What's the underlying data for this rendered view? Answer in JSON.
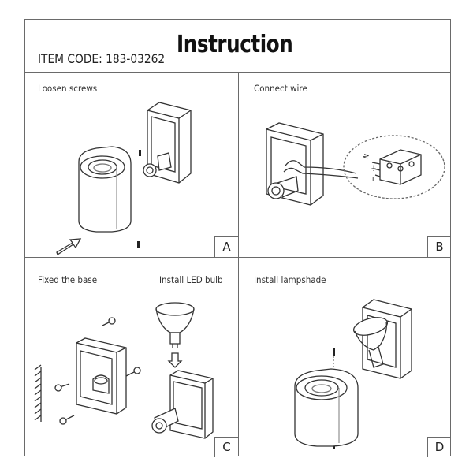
{
  "header": {
    "title": "Instruction",
    "item_code": "ITEM CODE: 183-03262"
  },
  "panels": [
    {
      "caption": "Loosen screws",
      "letter": "A"
    },
    {
      "caption": "Connect wire",
      "letter": "B"
    },
    {
      "caption": "Fixed the base",
      "caption_secondary": "Install LED bulb",
      "letter": "C"
    },
    {
      "caption": "Install lampshade",
      "letter": "D"
    }
  ],
  "wiring_labels": {
    "neutral": "N",
    "earth": "⏚",
    "live": "L"
  }
}
